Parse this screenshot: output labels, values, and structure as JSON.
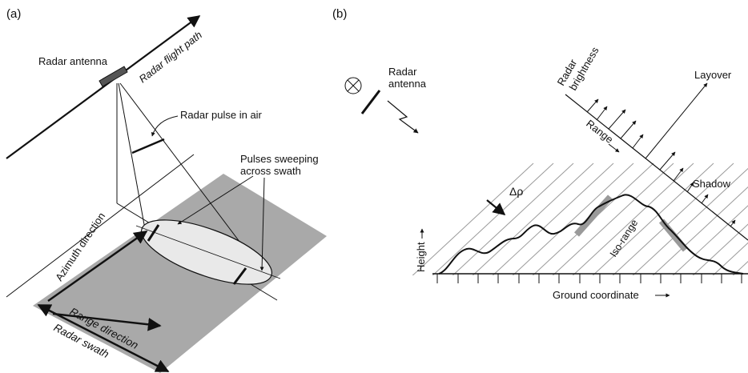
{
  "panel_a": {
    "panel_label": "(a)",
    "radar_antenna": "Radar antenna",
    "flight_path": "Radar flight path",
    "pulse_in_air": "Radar pulse in air",
    "pulses_sweeping_line1": "Pulses sweeping",
    "pulses_sweeping_line2": "across swath",
    "azimuth_direction": "Azimuth direction",
    "range_direction": "Range direction",
    "radar_swath": "Radar swath"
  },
  "panel_b": {
    "panel_label": "(b)",
    "radar_antenna_line1": "Radar",
    "radar_antenna_line2": "antenna",
    "radar_brightness_line1": "Radar",
    "radar_brightness_line2": "brightness",
    "layover": "Layover",
    "range": "Range",
    "shadow": "Shadow",
    "delta_rho": "Δρ",
    "iso_range": "Iso-range",
    "height": "Height",
    "ground_coordinate": "Ground coordinate"
  },
  "colors": {
    "swath_fill": "#a9a9a9",
    "ellipse_fill": "#e9e9e9",
    "hatch": "#9a9a9a",
    "highlight": "#9a9a9a",
    "ink": "#111111"
  }
}
